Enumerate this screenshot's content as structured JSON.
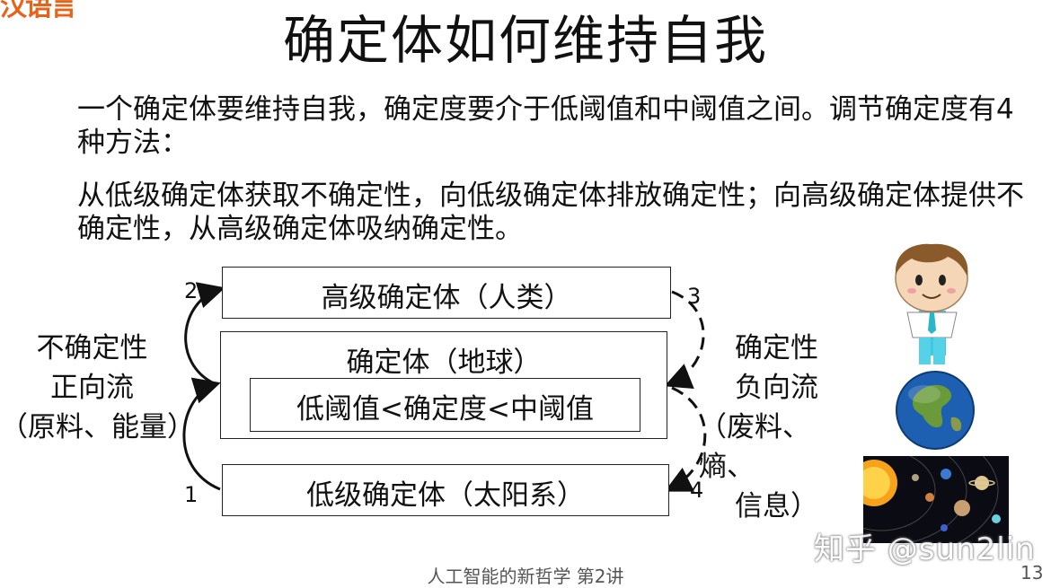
{
  "logo_text": "汉语言",
  "title": "确定体如何维持自我",
  "paragraph1": "一个确定体要维持自我，确定度要介于低阈值和中阈值之间。调节确定度有4种方法：",
  "paragraph2": "从低级确定体获取不确定性，向低级确定体排放确定性；向高级确定体提供不确定性，从高级确定体吸纳确定性。",
  "boxes": {
    "higher": "高级确定体（人类）",
    "earth": "确定体（地球）",
    "inner": "低阈值<确定度<中阈值",
    "lower": "低级确定体（太阳系）"
  },
  "left_label": [
    "不确定性",
    "正向流",
    "（原料、能量）"
  ],
  "right_label": [
    "确定性",
    "负向流",
    "（废料、熵、",
    "信息）"
  ],
  "numbers": {
    "n1": "1",
    "n2": "2",
    "n3": "3",
    "n4": "4"
  },
  "watermark": "知乎 @sun2lin",
  "footer": "人工智能的新哲学 第2讲",
  "page_number": "13",
  "colors": {
    "logo": "#e8631a",
    "earth_ocean": "#1d5fb0",
    "earth_land": "#6a9a3a",
    "space": "#0b0b14",
    "sun": "#f7a21b"
  },
  "icons": [
    "person-cartoon-icon",
    "earth-globe-icon",
    "solar-system-icon"
  ]
}
